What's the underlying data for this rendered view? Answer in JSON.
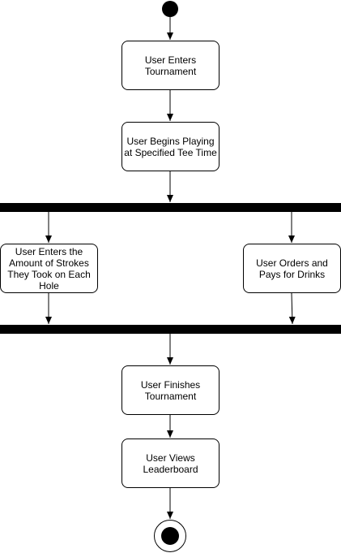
{
  "diagram": {
    "type": "uml-activity",
    "colors": {
      "stroke": "#000000",
      "fill": "#ffffff",
      "bar": "#000000"
    },
    "nodes": {
      "enter_tournament": "User Enters\nTournament",
      "begin_playing": "User Begins Playing\nat Specified Tee Time",
      "enter_strokes": "User Enters the\nAmount of Strokes\nThey Took on Each\nHole",
      "order_drinks": "User Orders and\nPays for Drinks",
      "finish_tournament": "User Finishes\nTournament",
      "view_leaderboard": "User Views\nLeaderboard"
    },
    "flow": [
      [
        "start",
        "enter_tournament"
      ],
      [
        "enter_tournament",
        "begin_playing"
      ],
      [
        "begin_playing",
        "fork"
      ],
      [
        "fork",
        "enter_strokes"
      ],
      [
        "fork",
        "order_drinks"
      ],
      [
        "enter_strokes",
        "join"
      ],
      [
        "order_drinks",
        "join"
      ],
      [
        "join",
        "finish_tournament"
      ],
      [
        "finish_tournament",
        "view_leaderboard"
      ],
      [
        "view_leaderboard",
        "end"
      ]
    ]
  }
}
